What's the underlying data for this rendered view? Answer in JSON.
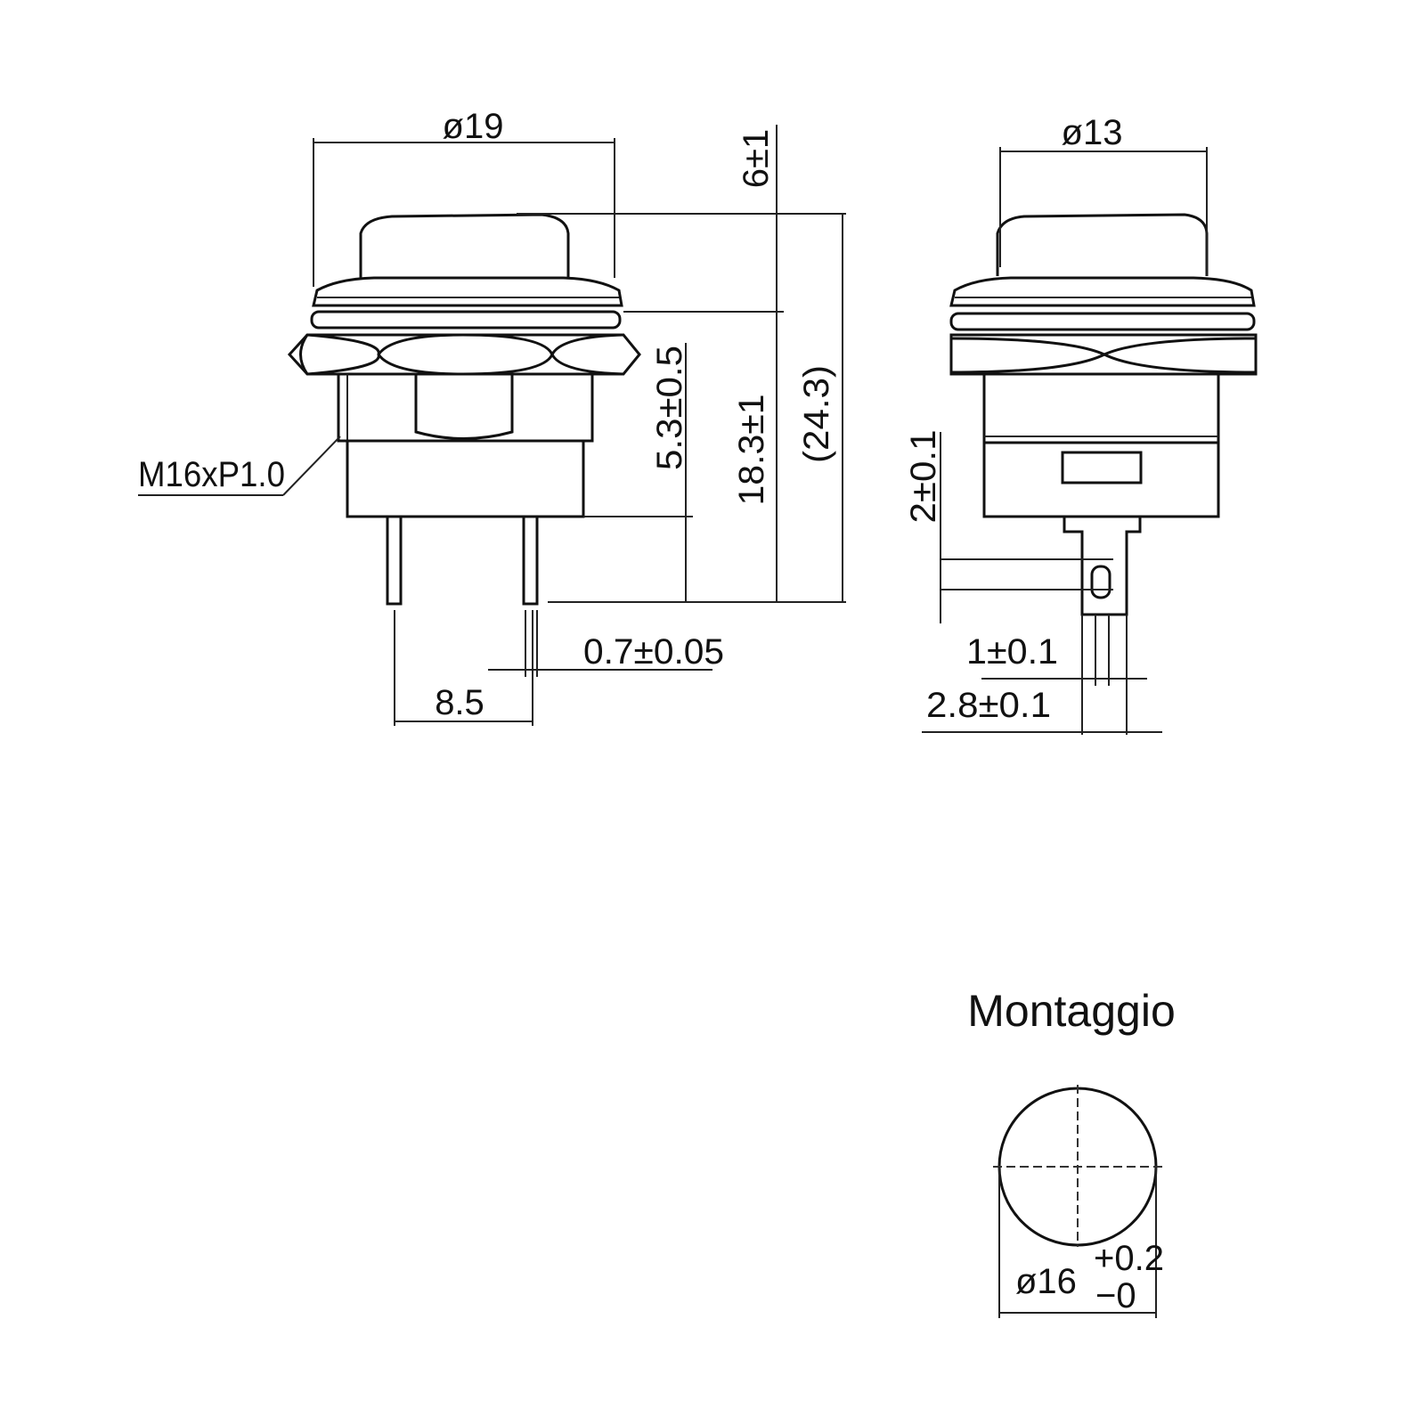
{
  "side_view": {
    "diameter_label": "ø19",
    "thread_label": "M16xP1.0",
    "cap_height_label": "6±1",
    "pin_length_label": "5.3±0.5",
    "body_height_label": "18.3±1",
    "total_height_label": "(24.3)",
    "pin_thickness_label": "0.7±0.05",
    "pin_spacing_label": "8.5"
  },
  "front_view": {
    "diameter_label": "ø13",
    "slot_height_label": "2±0.1",
    "slot_width_label": "1±0.1",
    "terminal_width_label": "2.8±0.1"
  },
  "mounting": {
    "title": "Montaggio",
    "hole_diameter_label": "ø16",
    "tolerance_plus": "+0.2",
    "tolerance_minus": "−0"
  }
}
